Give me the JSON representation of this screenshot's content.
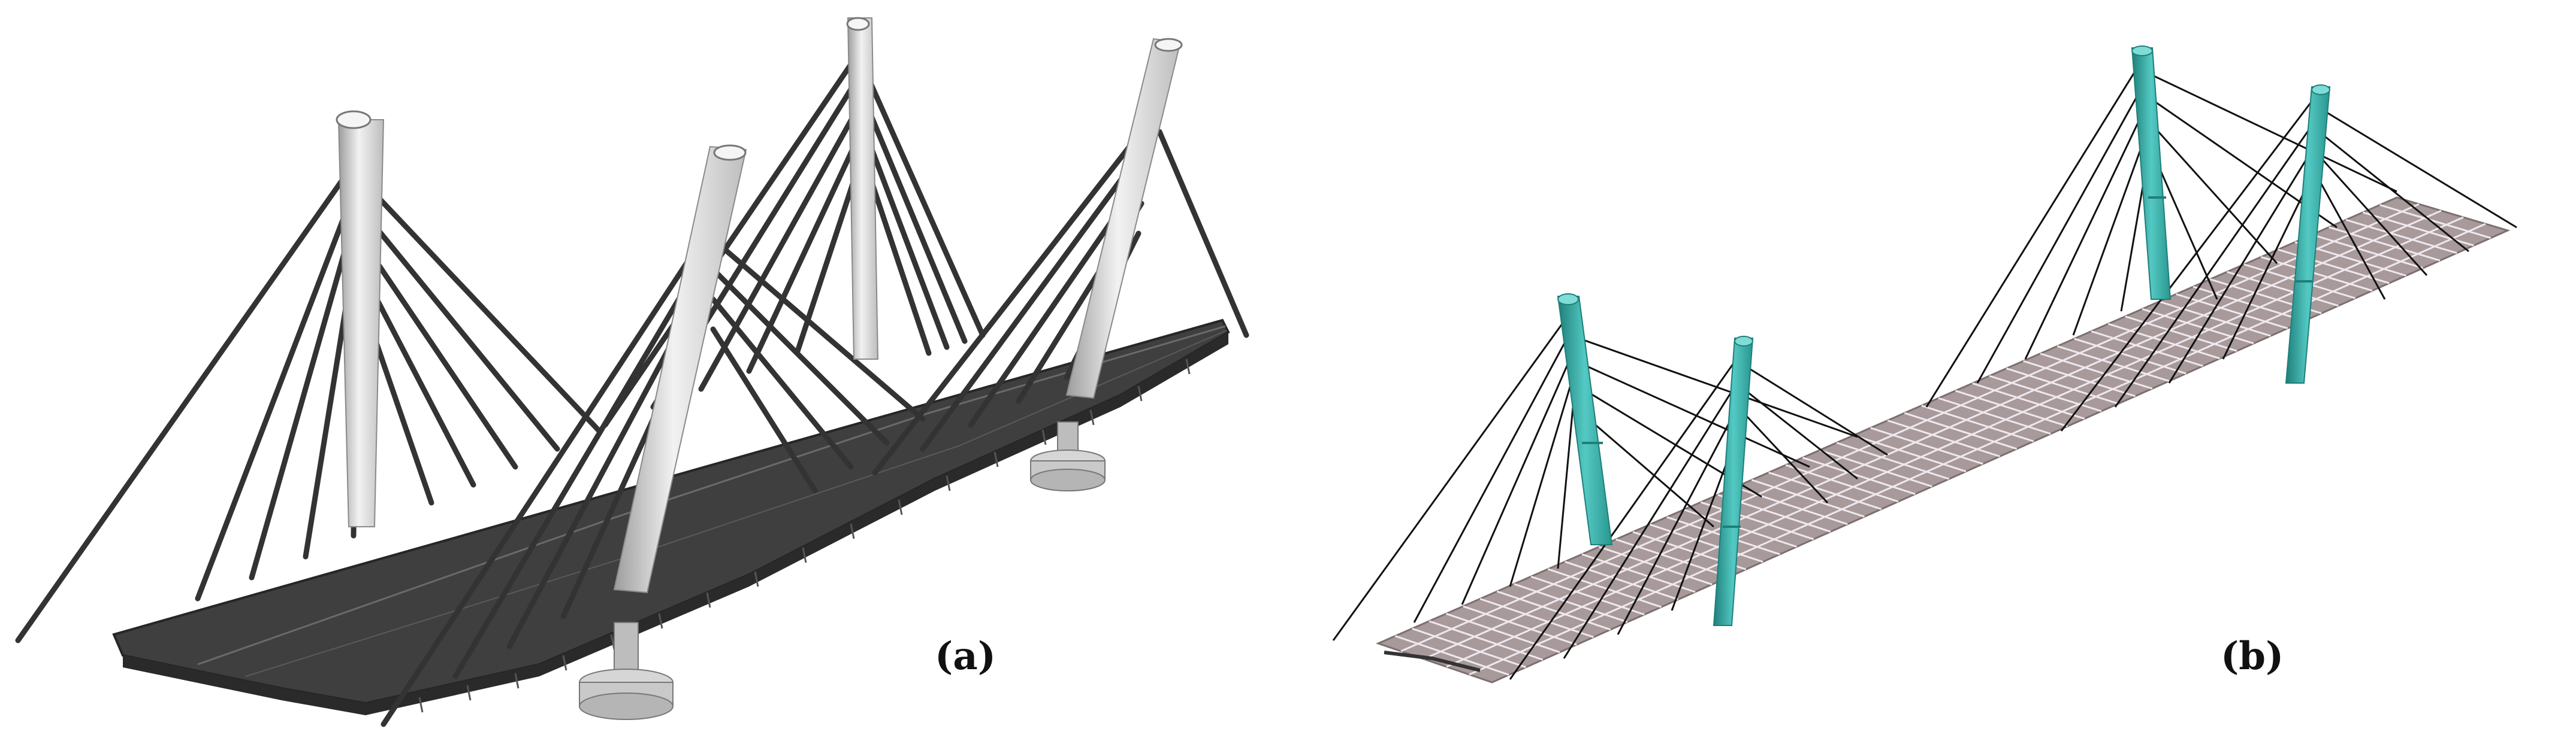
{
  "figure": {
    "panels": [
      {
        "label": "(a)",
        "model": "solid-render"
      },
      {
        "label": "(b)",
        "model": "finite-element-mesh"
      }
    ]
  },
  "colors": {
    "background": "#ffffff",
    "deck_dark": "#3f3f3f",
    "deck_edge": "#262626",
    "pylon_light": "#e4e4e4",
    "pylon_shadow": "#a9a9a9",
    "cable_dark": "#333333",
    "fe_deck": "#a89a9a",
    "fe_grid": "#efe8ee",
    "fe_pylon": "#3fb6b0",
    "fe_pylon_dark": "#1f7f7a",
    "fe_cable": "#111111"
  }
}
